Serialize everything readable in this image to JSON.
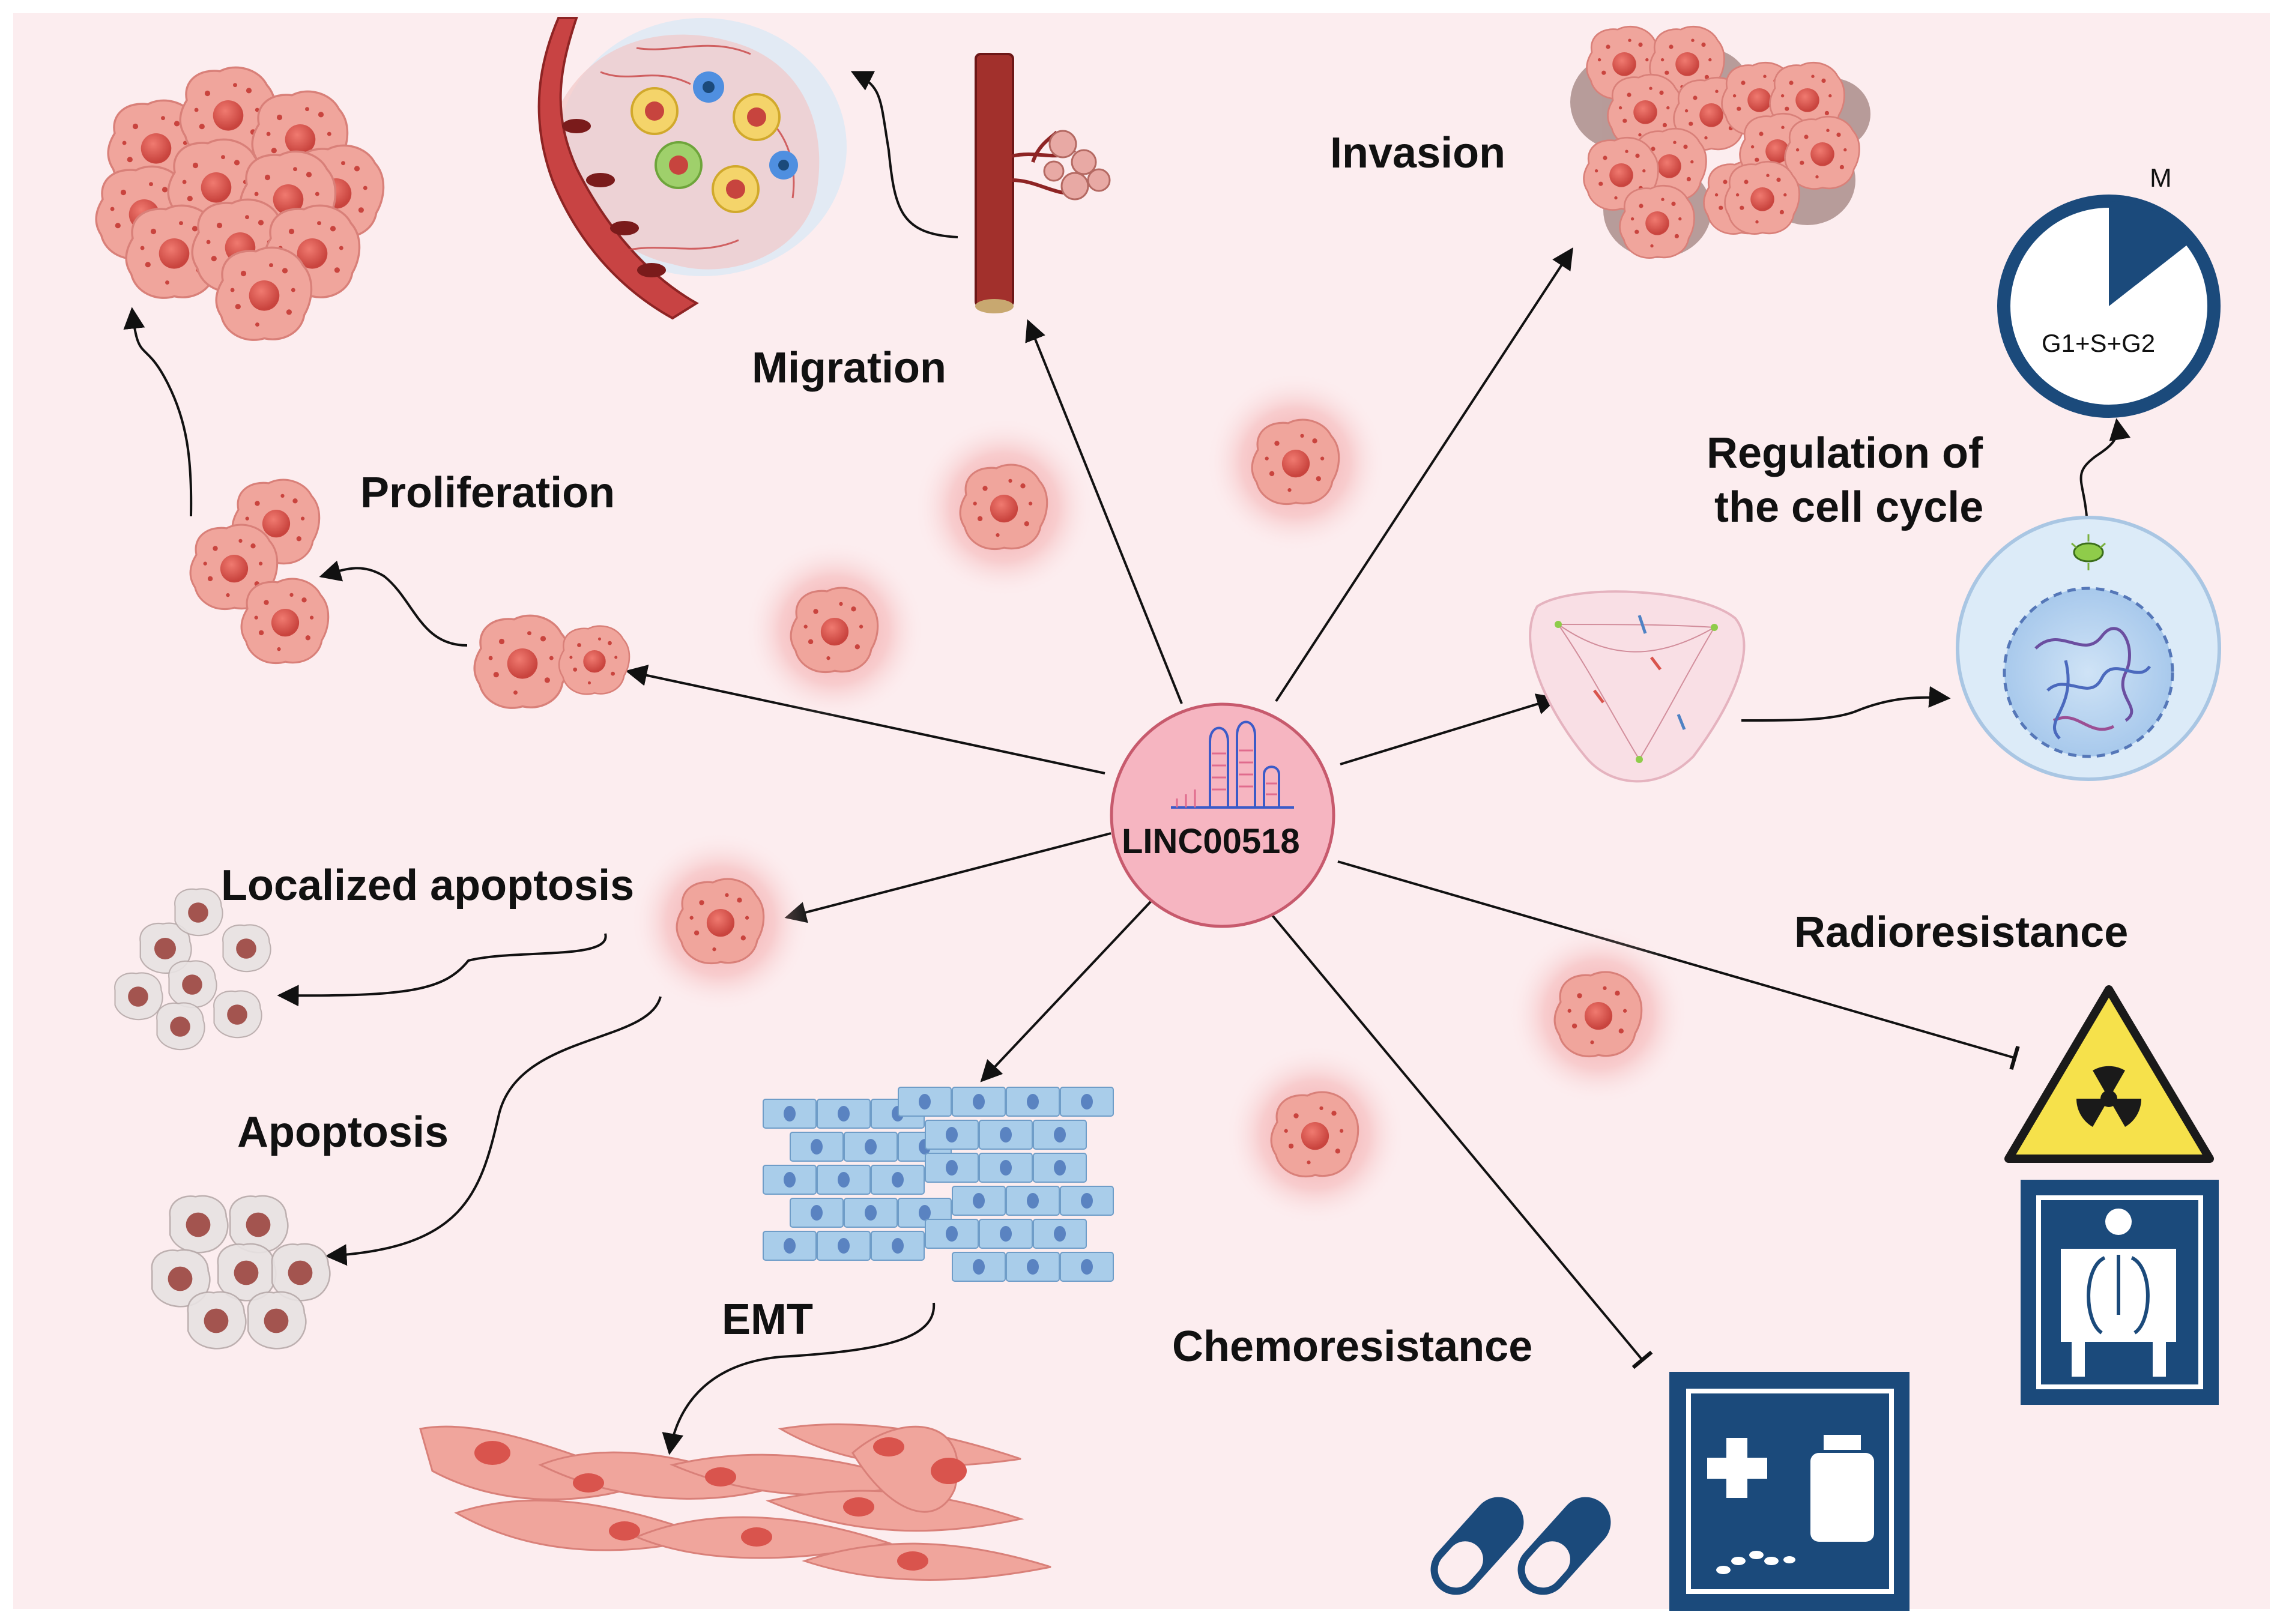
{
  "center": {
    "label": "LINC00518"
  },
  "labels": {
    "migration": "Migration",
    "invasion": "Invasion",
    "proliferation": "Proliferation",
    "cell_cycle_line1": "Regulation of",
    "cell_cycle_line2": "the cell cycle",
    "localized_apoptosis": "Localized apoptosis",
    "apoptosis": "Apoptosis",
    "emt": "EMT",
    "radioresistance": "Radioresistance",
    "chemoresistance": "Chemoresistance"
  },
  "cell_cycle_clock": {
    "top_label": "M",
    "inner_label": "G1+S+G2"
  },
  "colors": {
    "background": "#fcedef",
    "cell_fill": "#f0a8a0",
    "cell_nucleus": "#d9544d",
    "center_fill": "#f6b5c1",
    "dark_blue": "#1b4a7b",
    "epithelial_blue": "#a9cdea",
    "warning_yellow": "#f6e14b"
  },
  "icons": [
    "radiation-warning-icon",
    "xray-scanner-icon",
    "pharmacy-icon",
    "capsule-icon",
    "rna-hairpin-icon"
  ]
}
